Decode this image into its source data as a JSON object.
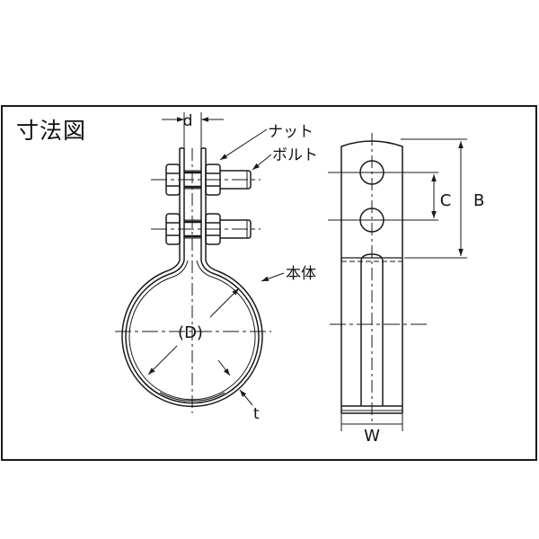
{
  "title": "寸法図",
  "labels": {
    "nut": "ナット",
    "bolt": "ボルト",
    "body": "本体",
    "d": "d",
    "D": "(D)",
    "t": "t",
    "B": "B",
    "C": "C",
    "W": "W"
  },
  "colors": {
    "line": "#1a1a1a",
    "background": "#ffffff"
  }
}
